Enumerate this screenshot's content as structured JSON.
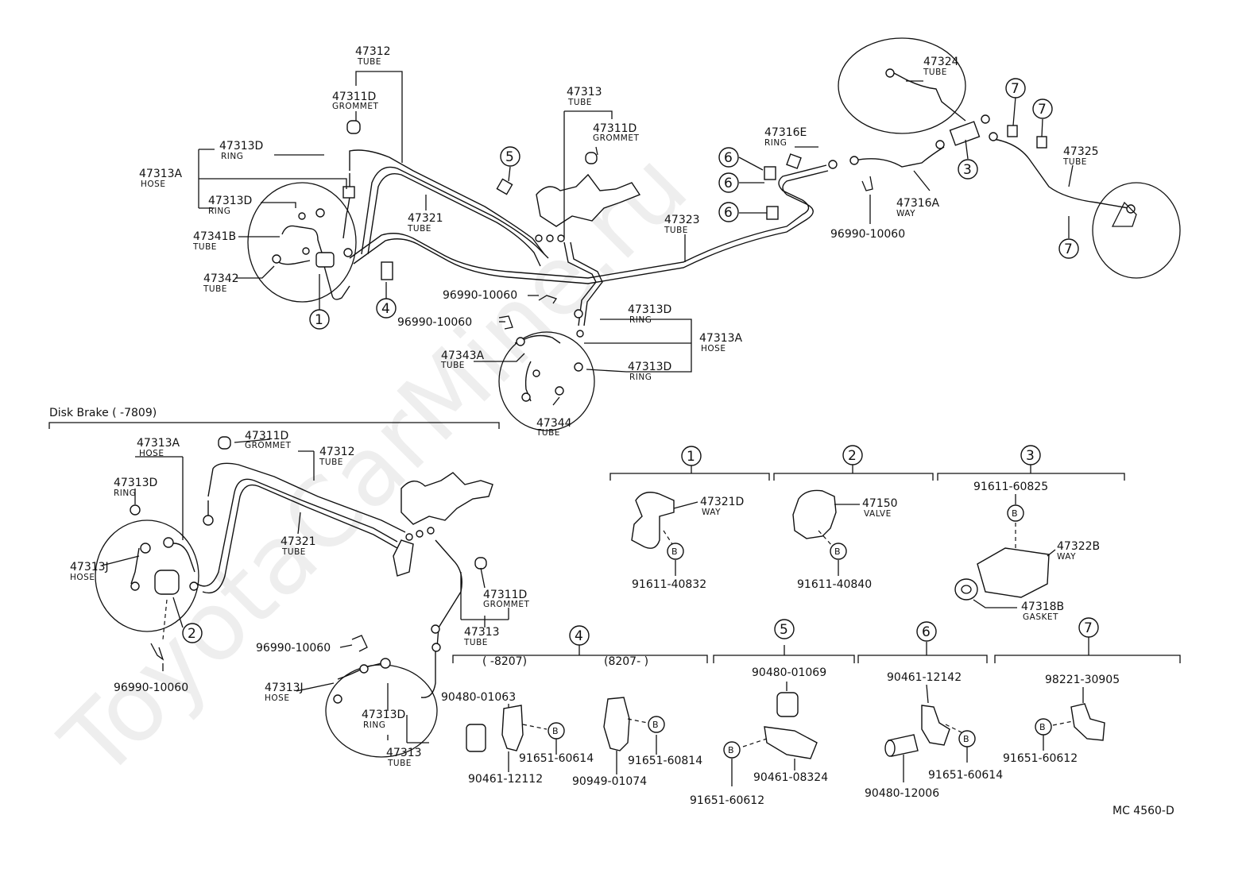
{
  "watermark": "ToyotaCarMine.ru",
  "diagram_code": "MC 4560-D",
  "section_disk_brake": "Disk Brake (          -7809)",
  "parts": {
    "p47312_top": {
      "num": "47312",
      "name": "TUBE"
    },
    "p47311D_top": {
      "num": "47311D",
      "name": "GROMMET"
    },
    "p47313D_a": {
      "num": "47313D",
      "name": "RING"
    },
    "p47313A_left": {
      "num": "47313A",
      "name": "HOSE"
    },
    "p47313D_b": {
      "num": "47313D",
      "name": "RING"
    },
    "p47341B": {
      "num": "47341B",
      "name": "TUBE"
    },
    "p47342": {
      "num": "47342",
      "name": "TUBE"
    },
    "p47321_top": {
      "num": "47321",
      "name": "TUBE"
    },
    "p47313_top": {
      "num": "47313",
      "name": "TUBE"
    },
    "p47311D_mid": {
      "num": "47311D",
      "name": "GROMMET"
    },
    "p47323": {
      "num": "47323",
      "name": "TUBE"
    },
    "p47316E": {
      "num": "47316E",
      "name": "RING"
    },
    "p47316A": {
      "num": "47316A",
      "name": "WAY"
    },
    "p96990_r": {
      "num": "96990-10060",
      "name": ""
    },
    "p47324": {
      "num": "47324",
      "name": "TUBE"
    },
    "p47325": {
      "num": "47325",
      "name": "TUBE"
    },
    "p96990_m1": {
      "num": "96990-10060",
      "name": ""
    },
    "p96990_m2": {
      "num": "96990-10060",
      "name": ""
    },
    "p47313D_c": {
      "num": "47313D",
      "name": "RING"
    },
    "p47313A_mid": {
      "num": "47313A",
      "name": "HOSE"
    },
    "p47313D_d": {
      "num": "47313D",
      "name": "RING"
    },
    "p47343A": {
      "num": "47343A",
      "name": "TUBE"
    },
    "p47344": {
      "num": "47344",
      "name": "TUBE"
    },
    "d47313A": {
      "num": "47313A",
      "name": "HOSE"
    },
    "d47313D_a": {
      "num": "47313D",
      "name": "RING"
    },
    "d47311D_a": {
      "num": "47311D",
      "name": "GROMMET"
    },
    "d47312": {
      "num": "47312",
      "name": "TUBE"
    },
    "d47321": {
      "num": "47321",
      "name": "TUBE"
    },
    "d47313J_a": {
      "num": "47313J",
      "name": "HOSE"
    },
    "d47311D_b": {
      "num": "47311D",
      "name": "GROMMET"
    },
    "d47313": {
      "num": "47313",
      "name": "TUBE"
    },
    "d96990_a": {
      "num": "96990-10060",
      "name": ""
    },
    "d96990_b": {
      "num": "96990-10060",
      "name": ""
    },
    "d47313J_b": {
      "num": "47313J",
      "name": "HOSE"
    },
    "d47313D_b": {
      "num": "47313D",
      "name": "RING"
    },
    "d47313_b": {
      "num": "47313",
      "name": "TUBE"
    }
  },
  "detail_groups": {
    "g1": {
      "callout": "1",
      "parts": [
        {
          "num": "47321D",
          "name": "WAY"
        },
        {
          "num": "91611-40832",
          "name": ""
        }
      ]
    },
    "g2": {
      "callout": "2",
      "parts": [
        {
          "num": "47150",
          "name": "VALVE"
        },
        {
          "num": "91611-40840",
          "name": ""
        }
      ]
    },
    "g3": {
      "callout": "3",
      "parts": [
        {
          "num": "91611-60825",
          "name": ""
        },
        {
          "num": "47322B",
          "name": "WAY"
        },
        {
          "num": "47318B",
          "name": "GASKET"
        }
      ]
    },
    "g4": {
      "callout": "4",
      "range_a": "(          -8207)",
      "range_b": "(8207-          )",
      "parts": [
        {
          "num": "90480-01063",
          "name": ""
        },
        {
          "num": "91651-60614",
          "name": ""
        },
        {
          "num": "90461-12112",
          "name": ""
        },
        {
          "num": "91651-60814",
          "name": ""
        },
        {
          "num": "90949-01074",
          "name": ""
        }
      ]
    },
    "g5": {
      "callout": "5",
      "parts": [
        {
          "num": "90480-01069",
          "name": ""
        },
        {
          "num": "90461-08324",
          "name": ""
        },
        {
          "num": "91651-60612",
          "name": ""
        }
      ]
    },
    "g6": {
      "callout": "6",
      "parts": [
        {
          "num": "90461-12142",
          "name": ""
        },
        {
          "num": "91651-60614",
          "name": ""
        },
        {
          "num": "90480-12006",
          "name": ""
        }
      ]
    },
    "g7": {
      "callout": "7",
      "parts": [
        {
          "num": "98221-30905",
          "name": ""
        },
        {
          "num": "91651-60612",
          "name": ""
        }
      ]
    }
  },
  "callouts": {
    "c1": "1",
    "c2": "2",
    "c3": "3",
    "c4": "4",
    "c5": "5",
    "c6": "6",
    "c7": "7"
  },
  "b_marker": "B"
}
